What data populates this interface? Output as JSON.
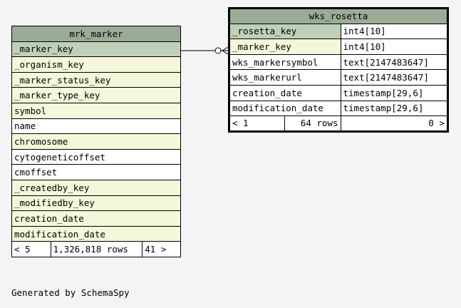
{
  "mrk_marker": {
    "title": "mrk_marker",
    "columns": [
      {
        "name": "_marker_key",
        "kind": "pk"
      },
      {
        "name": "_organism_key",
        "kind": "fk"
      },
      {
        "name": "_marker_status_key",
        "kind": "fk"
      },
      {
        "name": "_marker_type_key",
        "kind": "fk"
      },
      {
        "name": "symbol",
        "kind": "fk"
      },
      {
        "name": "name",
        "kind": "plain"
      },
      {
        "name": "chromosome",
        "kind": "fk"
      },
      {
        "name": "cytogeneticoffset",
        "kind": "plain"
      },
      {
        "name": "cmoffset",
        "kind": "plain"
      },
      {
        "name": "_createdby_key",
        "kind": "fk"
      },
      {
        "name": "_modifiedby_key",
        "kind": "fk"
      },
      {
        "name": "creation_date",
        "kind": "fk"
      },
      {
        "name": "modification_date",
        "kind": "fk"
      }
    ],
    "footer": {
      "left": "< 5",
      "middle": "1,326,818 rows",
      "right": "41 >"
    }
  },
  "wks_rosetta": {
    "title": "wks_rosetta",
    "columns": [
      {
        "name": "_rosetta_key",
        "type": "int4[10]",
        "kind": "pk"
      },
      {
        "name": "_marker_key",
        "type": "int4[10]",
        "kind": "fk"
      },
      {
        "name": "wks_markersymbol",
        "type": "text[2147483647]",
        "kind": "plain"
      },
      {
        "name": "wks_markerurl",
        "type": "text[2147483647]",
        "kind": "plain"
      },
      {
        "name": "creation_date",
        "type": "timestamp[29,6]",
        "kind": "plain"
      },
      {
        "name": "modification_date",
        "type": "timestamp[29,6]",
        "kind": "plain"
      }
    ],
    "footer": {
      "left": "< 1",
      "middle": "64 rows",
      "right": "0 >"
    }
  },
  "footer_text": "Generated by SchemaSpy",
  "colors": {
    "header": "#9bab96",
    "primary_key": "#bed1b8",
    "foreign_key": "#f4f7da",
    "background": "#f4f4f4"
  }
}
